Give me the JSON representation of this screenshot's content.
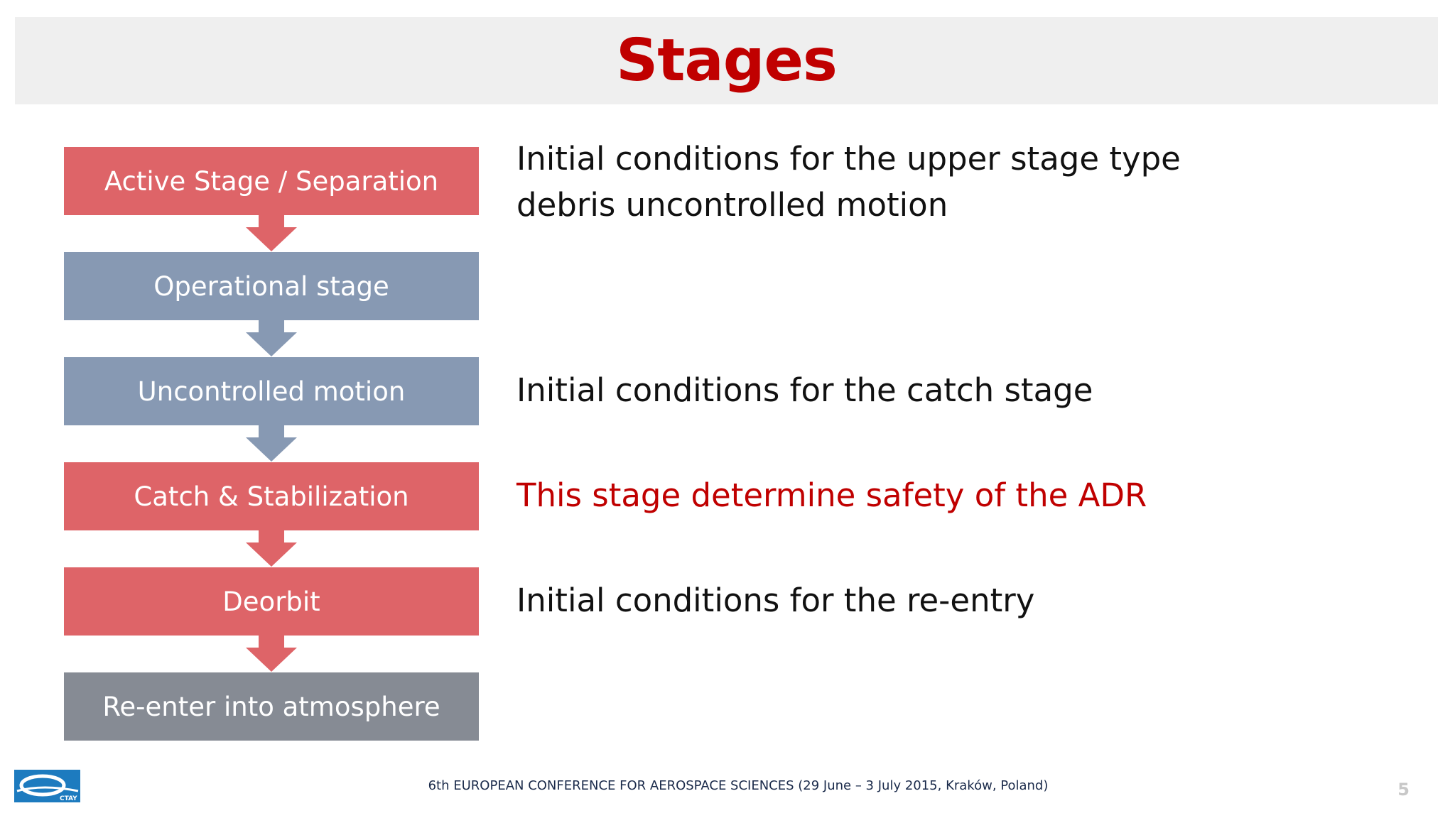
{
  "title": "Stages",
  "stages": [
    {
      "label": "Active Stage / Separation",
      "color": "#de6468"
    },
    {
      "label": "Operational stage",
      "color": "#8799b3"
    },
    {
      "label": "Uncontrolled motion",
      "color": "#8799b3"
    },
    {
      "label": "Catch & Stabilization",
      "color": "#de6468"
    },
    {
      "label": "Deorbit",
      "color": "#de6468"
    },
    {
      "label": "Re-enter into atmosphere",
      "color": "#868b94"
    }
  ],
  "descriptions": [
    {
      "text": "Initial conditions for the upper stage type\ndebris uncontrolled motion"
    },
    {
      "text": "Initial conditions for the catch stage"
    },
    {
      "text": "This stage determine safety of the ADR",
      "color": "#c00000"
    },
    {
      "text": "Initial conditions for the re-entry"
    }
  ],
  "logo": {
    "text": "CTAY"
  },
  "footer": "6th EUROPEAN CONFERENCE FOR AEROSPACE SCIENCES  (29 June – 3 July 2015, Kraków, Poland)",
  "page_number": "5"
}
